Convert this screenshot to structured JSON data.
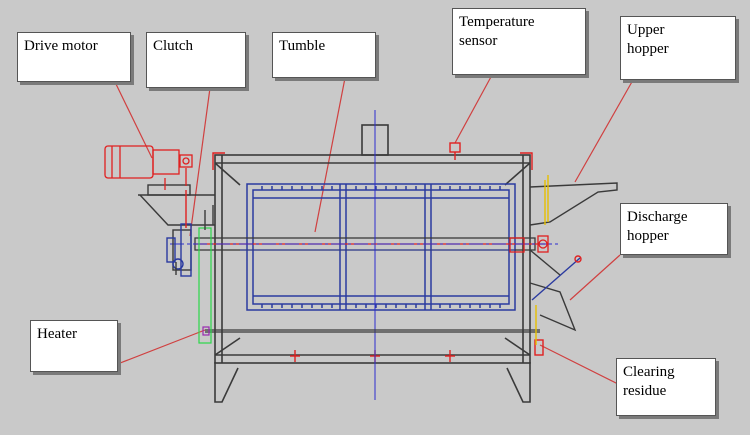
{
  "labels": {
    "drive_motor": "Drive motor",
    "clutch": "Clutch",
    "tumble": "Tumble",
    "temperature_sensor": "Temperature\nsensor",
    "upper_hopper": "Upper\nhopper",
    "discharge_hopper": "Discharge\nhopper",
    "heater": "Heater",
    "clearing_residue": "Clearing\nresidue"
  },
  "colors": {
    "background": "#c9c9c9",
    "frame": "#3a3a3a",
    "drum": "#2a3aa0",
    "leader": "#d04040",
    "centerline": "#2d2dd0",
    "heater": "#9a2ab0",
    "gearbox": "#2bd84a"
  }
}
